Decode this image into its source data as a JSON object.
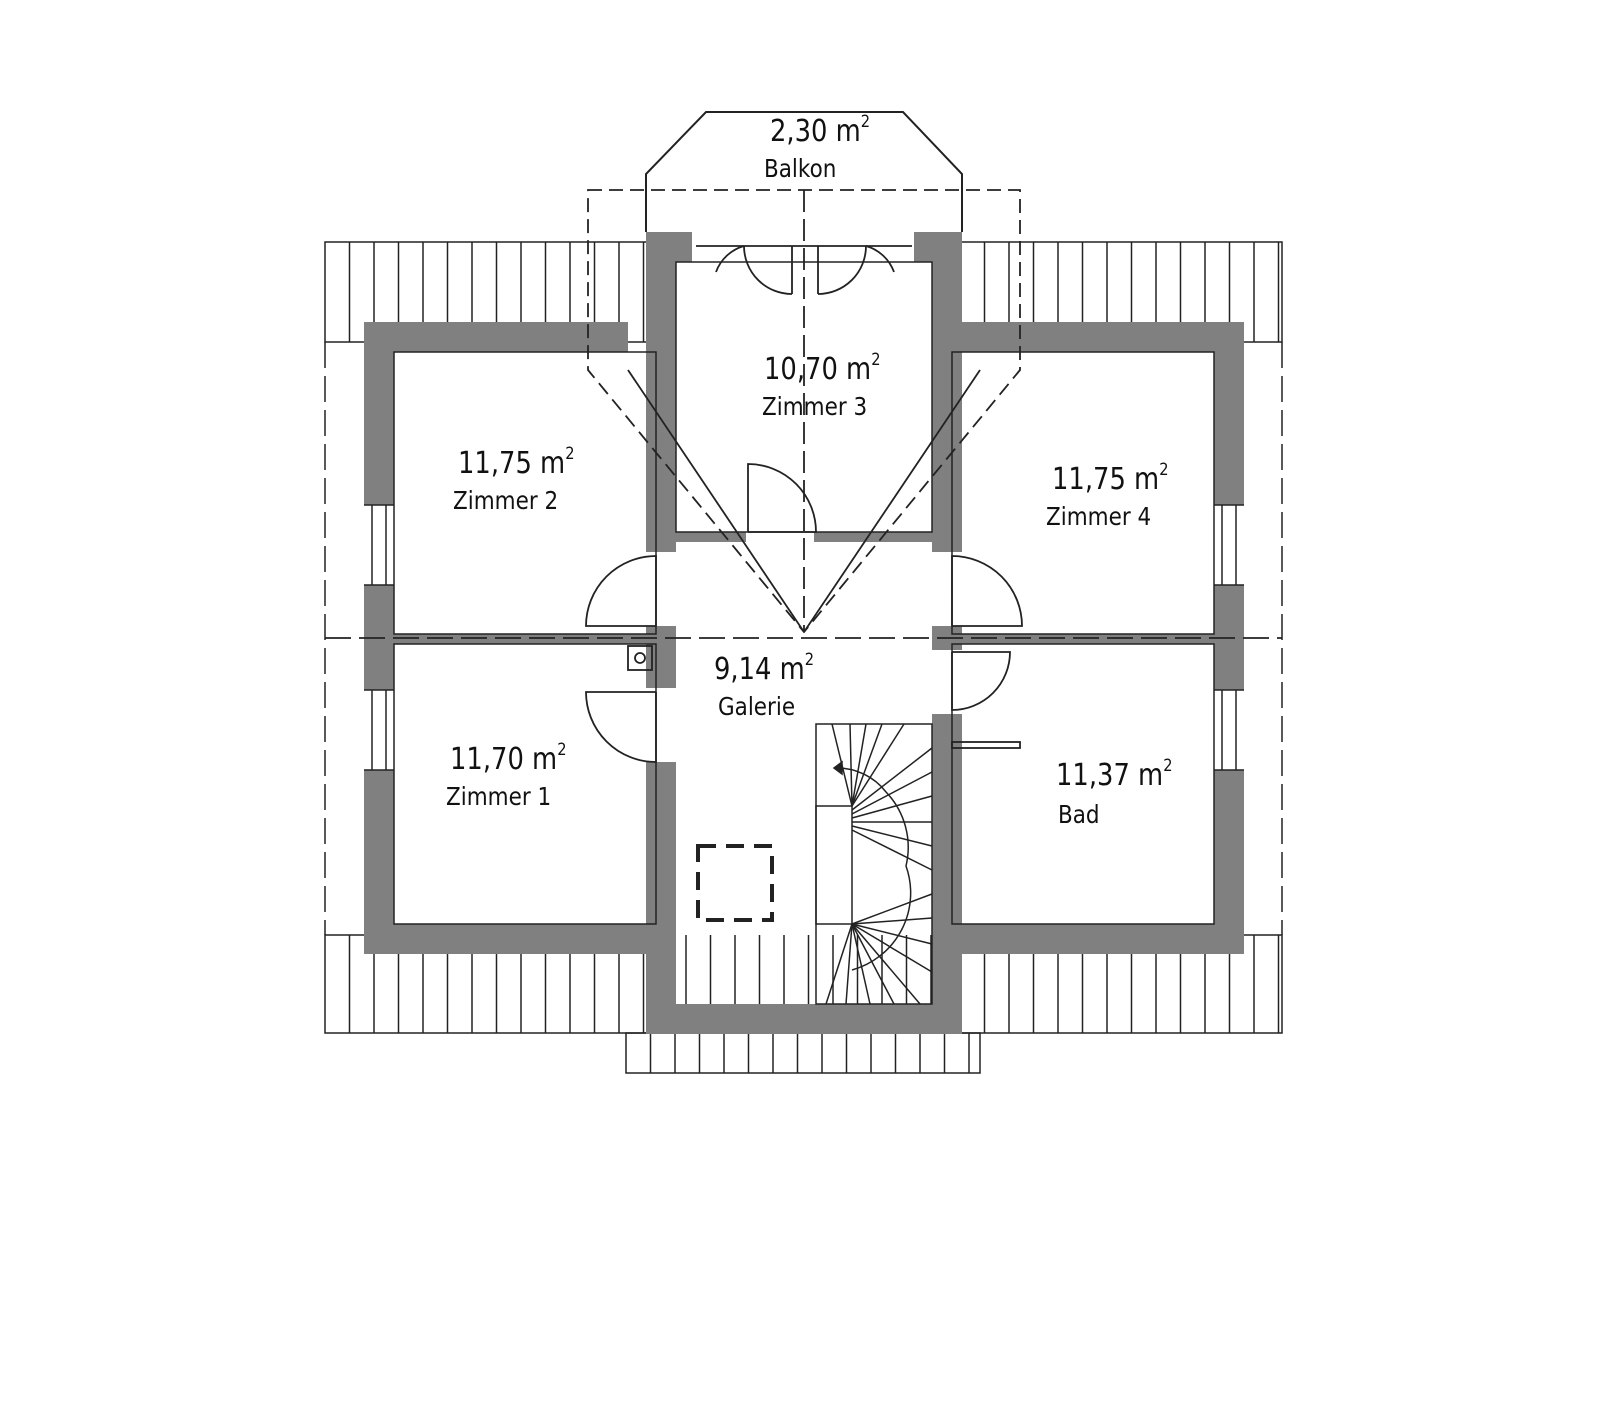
{
  "rooms": [
    {
      "id": "balkon",
      "area": "2,30 m",
      "name": "Balkon"
    },
    {
      "id": "zimmer3",
      "area": "10,70 m",
      "name": "Zimmer 3"
    },
    {
      "id": "zimmer2",
      "area": "11,75 m",
      "name": "Zimmer 2"
    },
    {
      "id": "zimmer4",
      "area": "11,75 m",
      "name": "Zimmer 4"
    },
    {
      "id": "galerie",
      "area": "9,14 m",
      "name": "Galerie"
    },
    {
      "id": "zimmer1",
      "area": "11,70 m",
      "name": "Zimmer 1"
    },
    {
      "id": "bad",
      "area": "11,37 m",
      "name": "Bad"
    }
  ],
  "unit_superscript": "2",
  "colors": {
    "wall": "#808080",
    "line": "#222222",
    "background": "#ffffff"
  }
}
